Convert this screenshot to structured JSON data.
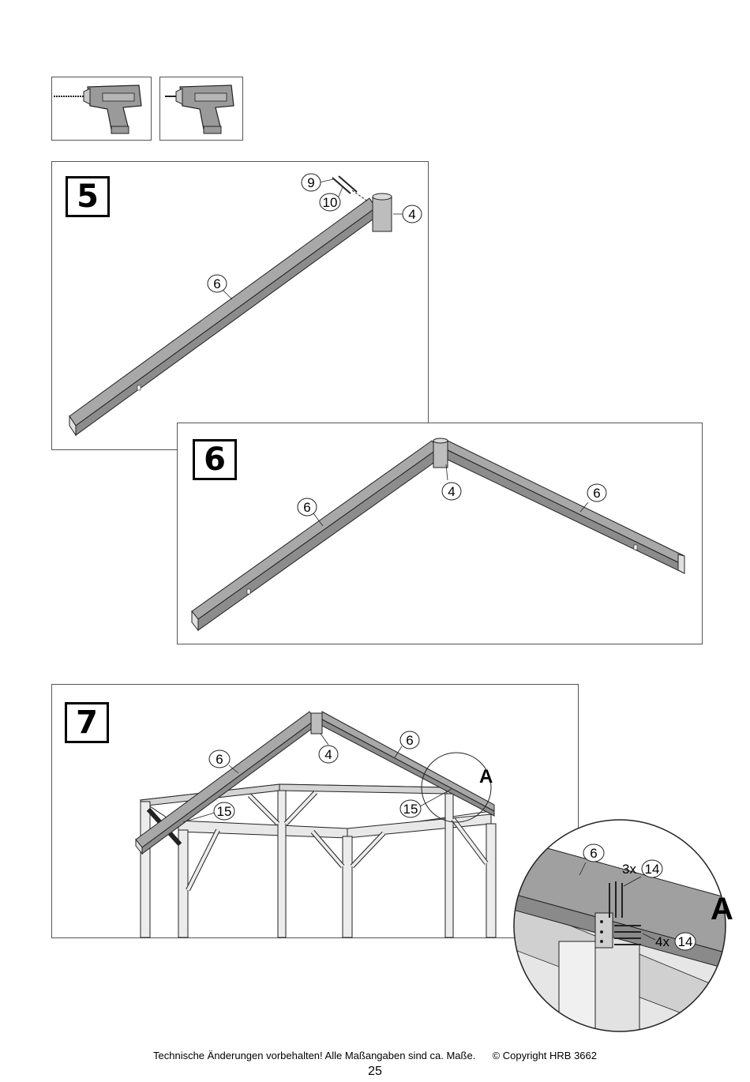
{
  "tools": [
    {
      "icon": "drill-with-long-bit-icon"
    },
    {
      "icon": "drill-with-short-bit-icon"
    }
  ],
  "steps": {
    "step5": {
      "number": "5",
      "labels": {
        "screw": "9",
        "washer": "10",
        "connector": "4",
        "rafter": "6"
      }
    },
    "step6": {
      "number": "6",
      "labels": {
        "rafter_left": "6",
        "connector": "4",
        "rafter_right": "6"
      }
    },
    "step7": {
      "number": "7",
      "labels": {
        "rafter_left": "6",
        "connector": "4",
        "rafter_right": "6",
        "bracket_left": "15",
        "bracket_right": "15",
        "detail": "A"
      }
    },
    "detail_a": {
      "letter": "A",
      "rafter": "6",
      "top_screws_qty": "3x",
      "top_screws_part": "14",
      "side_screws_qty": "4x",
      "side_screws_part": "14"
    }
  },
  "footer": {
    "notice": "Technische Änderungen vorbehalten!  Alle Maßangaben sind ca. Maße.",
    "copyright": "© Copyright HRB 3662",
    "page_number": "25"
  }
}
